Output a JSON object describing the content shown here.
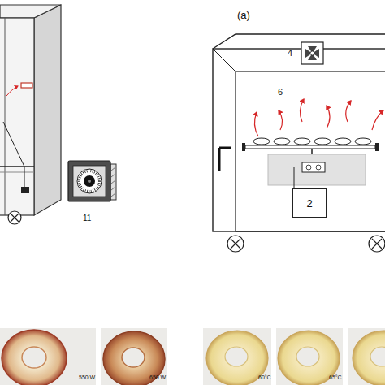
{
  "diagram": {
    "nodes": [
      {
        "text": [
          "2"
        ]
      }
    ],
    "labels": [
      "(a)",
      "11",
      "4",
      "6",
      "550 W",
      "650 W",
      "60°C",
      "65°C"
    ]
  }
}
